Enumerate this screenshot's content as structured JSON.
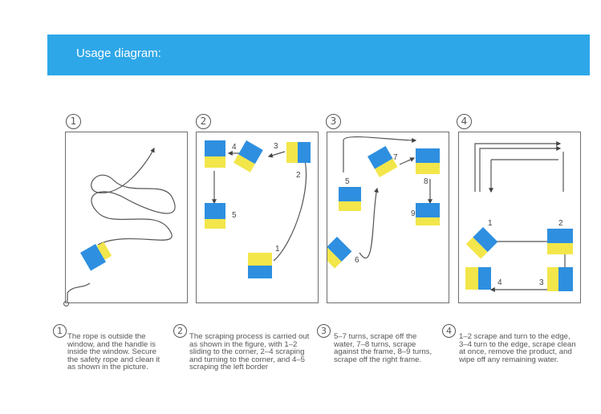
{
  "header": {
    "title": "Usage diagram:"
  },
  "steps": [
    {
      "num": "1",
      "caption": "The rope is outside the window, and the handle is inside the window. Secure the safety rope and clean it as shown in the picture."
    },
    {
      "num": "2",
      "caption": "The scraping process is carried out as shown in the figure, with 1–2 sliding to the corner, 2–4 scraping and turning to the corner, and 4–5 scraping the left border"
    },
    {
      "num": "3",
      "caption": "5–7 turns, scrape off the water, 7–8 turns, scrape against the frame, 8–9 turns, scrape off the right frame."
    },
    {
      "num": "4",
      "caption": "1–2 scrape and turn to the edge, 3–4 turn to the edge, scrape clean at once, remove the product, and wipe off any remaining water."
    }
  ],
  "panel_labels": {
    "p2": [
      "4",
      "3",
      "2",
      "5",
      "1"
    ],
    "p3": [
      "5",
      "7",
      "8",
      "9",
      "6"
    ],
    "p4": [
      "1",
      "2",
      "4",
      "3"
    ]
  },
  "colors": {
    "banner": "#2ea7e8",
    "sponge_blue": "#2e8fe0",
    "sponge_yellow": "#f2e64a",
    "line": "#444444"
  }
}
